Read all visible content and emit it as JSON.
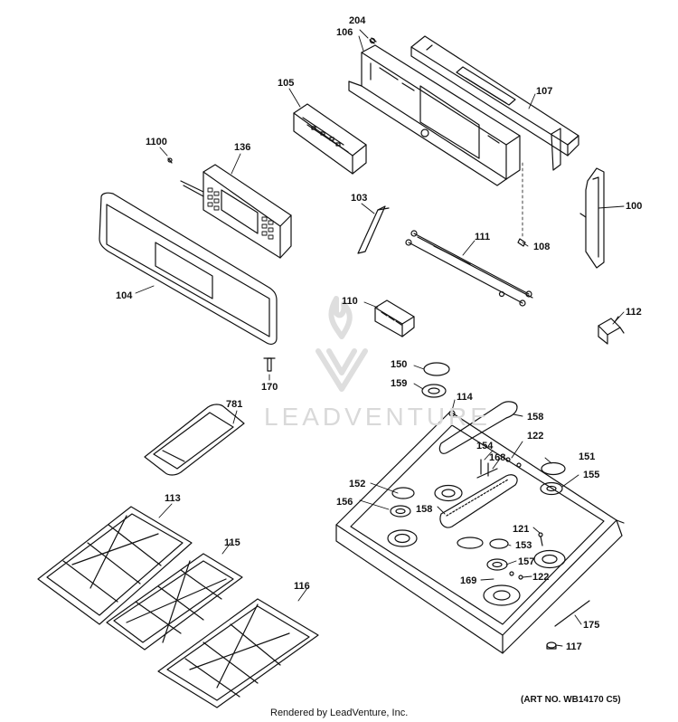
{
  "parts": {
    "p100": "100",
    "p103": "103",
    "p104": "104",
    "p105": "105",
    "p106": "106",
    "p107": "107",
    "p108": "108",
    "p110": "110",
    "p111": "111",
    "p112": "112",
    "p113": "113",
    "p114": "114",
    "p115": "115",
    "p116": "116",
    "p117": "117",
    "p121": "121",
    "p122a": "122",
    "p122b": "122",
    "p136": "136",
    "p150": "150",
    "p151": "151",
    "p152": "152",
    "p153": "153",
    "p154": "154",
    "p155": "155",
    "p156": "156",
    "p157": "157",
    "p158a": "158",
    "p158b": "158",
    "p159": "159",
    "p168": "168",
    "p169": "169",
    "p170": "170",
    "p175": "175",
    "p204": "204",
    "p781": "781",
    "p1100": "1100"
  },
  "watermark": "LEADVENTURE",
  "footer": {
    "rendered_by": "Rendered by LeadVenture, Inc.",
    "art_no": "(ART NO. WB14170 C5)"
  }
}
